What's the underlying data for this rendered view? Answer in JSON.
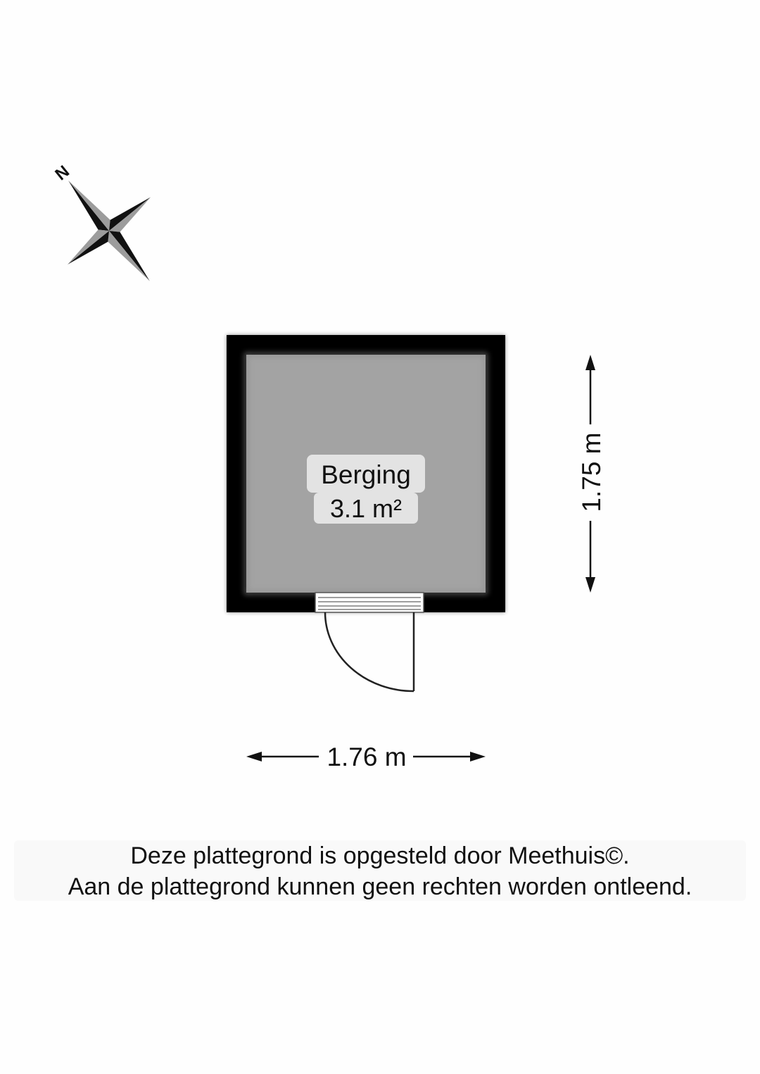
{
  "compass": {
    "north_label": "N"
  },
  "room": {
    "name": "Berging",
    "area": "3.1 m²"
  },
  "dimensions": {
    "height": "1.75 m",
    "width": "1.76 m"
  },
  "disclaimer": {
    "line1": "Deze plattegrond is opgesteld door Meethuis©.",
    "line2": "Aan de plattegrond kunnen geen rechten worden ontleend."
  },
  "colors": {
    "wall": "#000000",
    "floor": "#a3a3a3",
    "label_bg": "#e3e3e3",
    "compass_dark": "#111111",
    "compass_light": "#9c9c9c"
  }
}
